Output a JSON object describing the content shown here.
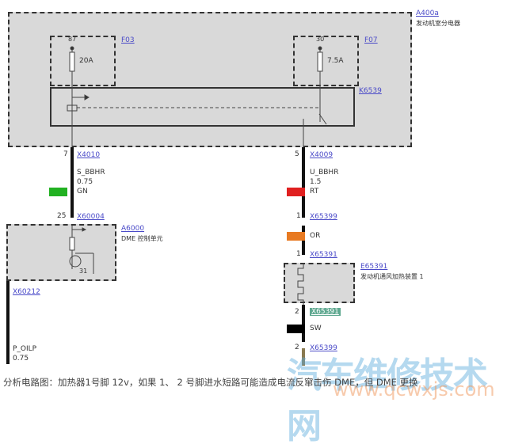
{
  "top_unit": {
    "id": "A400a",
    "name": "发动机室分电器"
  },
  "fuse_left": {
    "id": "F03",
    "pin": "87",
    "rating": "20A"
  },
  "fuse_right": {
    "id": "F07",
    "pin": "30",
    "rating": "7.5A"
  },
  "relay": {
    "id": "K6539"
  },
  "left_branch": {
    "pin_top": "7",
    "conn_top": "X4010",
    "wire": "S_BBHR",
    "gauge": "0.75",
    "color_code": "GN",
    "color": "#22b122",
    "pin_dme": "25",
    "conn_dme": "X60004",
    "dme_id": "A6000",
    "dme_name": "DME 控制单元",
    "dme_pin": "31",
    "conn_bottom": "X60212",
    "wire2": "P_OILP",
    "gauge2": "0.75"
  },
  "right_branch": {
    "pin_top": "5",
    "conn_top": "X4009",
    "wire": "U_BBHR",
    "gauge": "1.5",
    "color_code": "RT",
    "color": "#e02020",
    "pin2": "1",
    "conn2": "X65399",
    "color2_code": "OR",
    "color2": "#e87a22",
    "pin3": "1",
    "conn3": "X65391",
    "heater_id": "E65391",
    "heater_name": "发动机通风加热装置 1",
    "pin4": "2",
    "conn4": "X65391",
    "color3_code": "SW",
    "color3": "#000000",
    "pin5": "2",
    "conn5": "X65399"
  },
  "caption": "分析电路图：加热器1号脚 12v，如果 1、 2 号脚进水短路可能造成电流反窜击伤 DME，但 DME 更换",
  "watermark": {
    "title": "汽车维修技术网",
    "url": "www.qcwxjs.com"
  }
}
